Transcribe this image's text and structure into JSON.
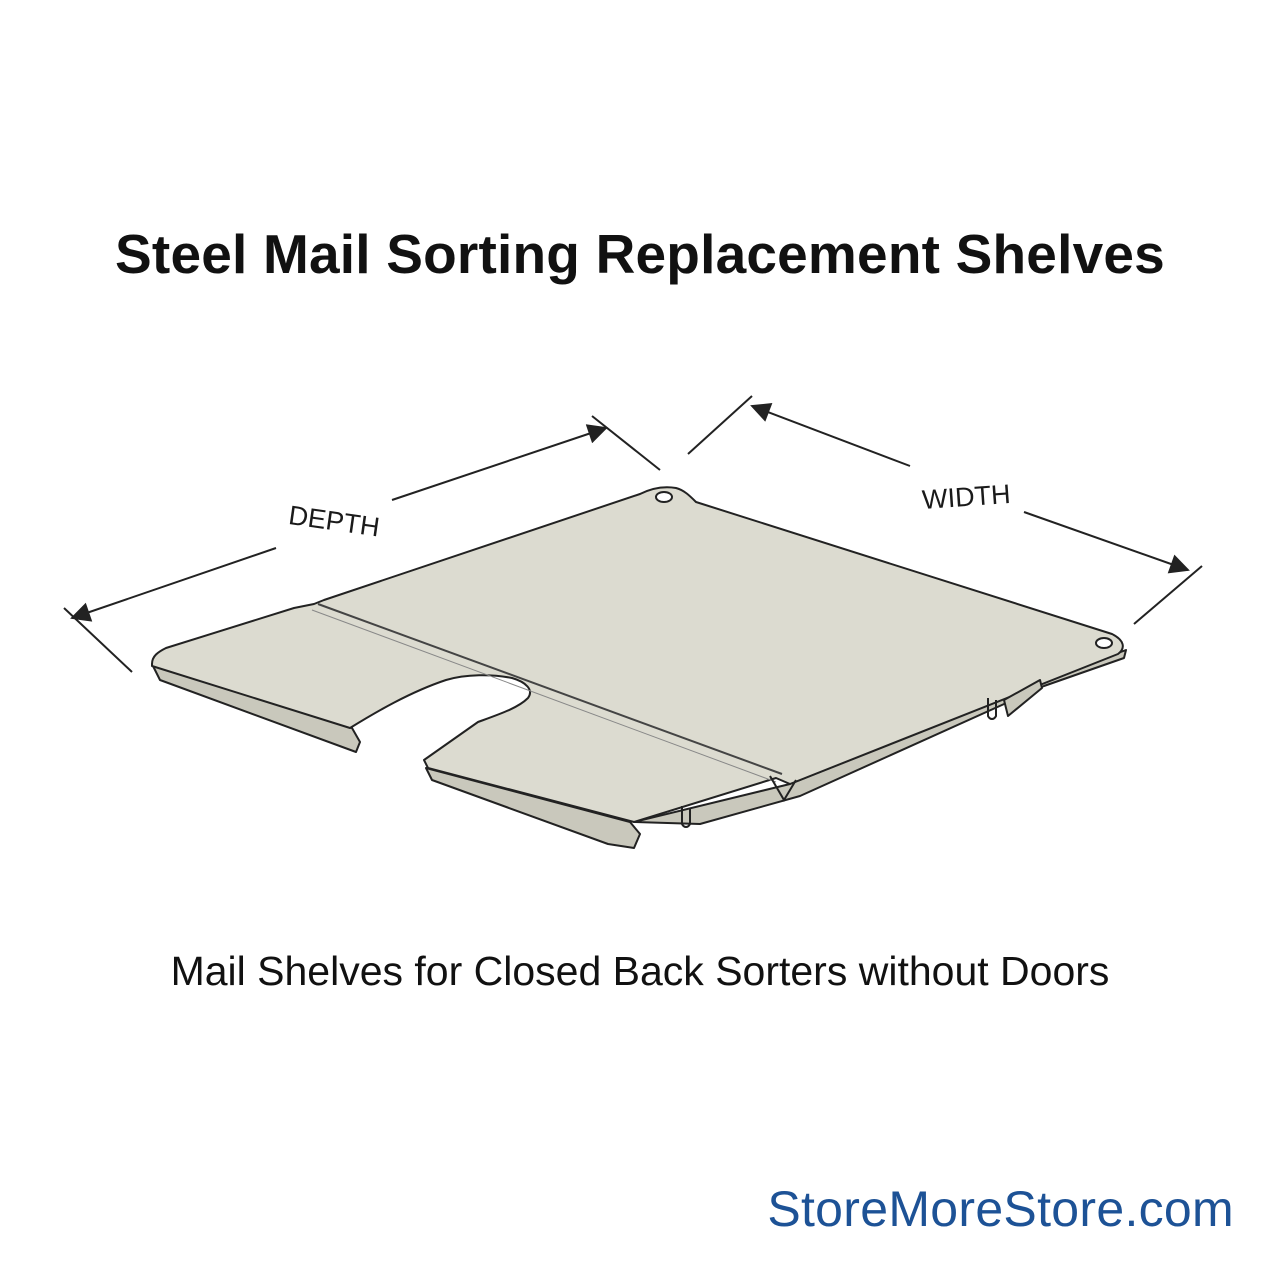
{
  "title": "Steel Mail Sorting Replacement Shelves",
  "subtitle": "Mail Shelves for Closed Back Sorters without Doors",
  "brand": "StoreMoreStore.com",
  "dimensions": {
    "depth_label": "DEPTH",
    "width_label": "WIDTH"
  },
  "colors": {
    "shelf_fill": "#dcdbd0",
    "shelf_side": "#c9c8bc",
    "outline": "#222222",
    "brand": "#1d5296"
  }
}
